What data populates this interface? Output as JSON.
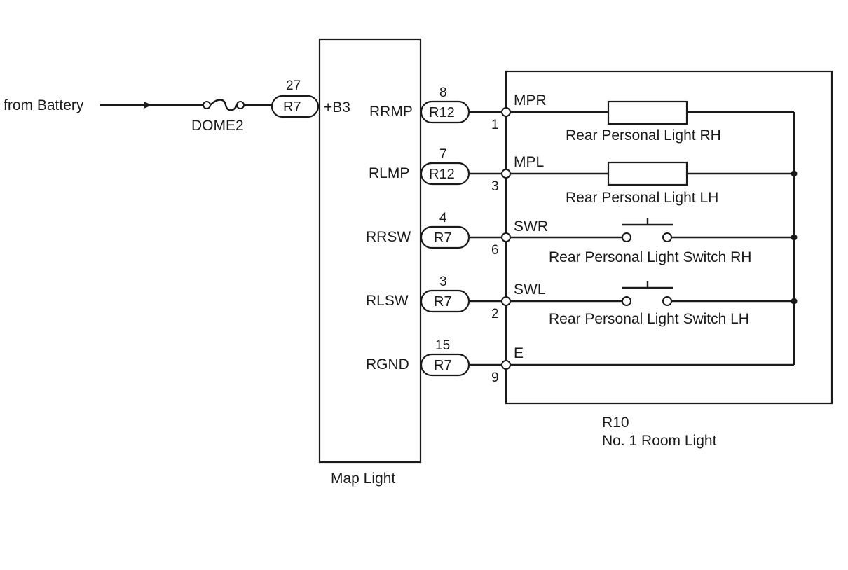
{
  "source": {
    "label": "from Battery"
  },
  "fuse": {
    "label": "DOME2"
  },
  "battery_connector": {
    "pin": "27",
    "code": "R7",
    "terminal": "+B3"
  },
  "map_light": {
    "label": "Map Light",
    "terminals": [
      {
        "name": "RRMP",
        "pin": "8",
        "connector": "R12"
      },
      {
        "name": "RLMP",
        "pin": "7",
        "connector": "R12"
      },
      {
        "name": "RRSW",
        "pin": "4",
        "connector": "R7"
      },
      {
        "name": "RLSW",
        "pin": "3",
        "connector": "R7"
      },
      {
        "name": "RGND",
        "pin": "15",
        "connector": "R7"
      }
    ]
  },
  "room_light": {
    "code": "R10",
    "label": "No. 1 Room Light",
    "terminals": [
      {
        "name": "MPR",
        "pin": "1"
      },
      {
        "name": "MPL",
        "pin": "3"
      },
      {
        "name": "SWR",
        "pin": "6"
      },
      {
        "name": "SWL",
        "pin": "2"
      },
      {
        "name": "E",
        "pin": "9"
      }
    ],
    "components": [
      {
        "type": "lamp",
        "label": "Rear Personal Light RH"
      },
      {
        "type": "lamp",
        "label": "Rear Personal Light LH"
      },
      {
        "type": "switch",
        "label": "Rear Personal Light Switch RH"
      },
      {
        "type": "switch",
        "label": "Rear Personal Light Switch LH"
      }
    ]
  }
}
